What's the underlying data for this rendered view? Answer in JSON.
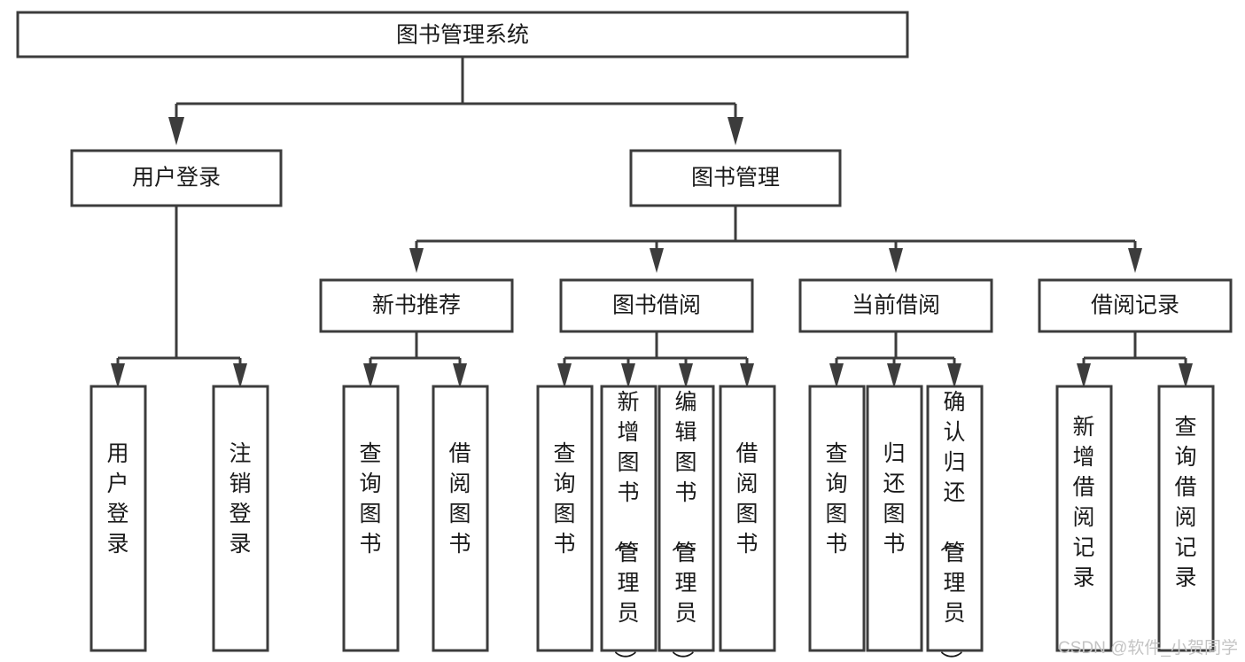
{
  "diagram": {
    "type": "tree",
    "title": "图书管理系统",
    "watermark": "CSDN @软件_小贺同学",
    "colors": {
      "stroke": "#3c3c3c",
      "fill": "#ffffff",
      "text": "#1a1a1a",
      "watermark": "#c4c4c4"
    },
    "levels": [
      {
        "level": 1,
        "nodes": [
          {
            "id": "root",
            "label": "图书管理系统",
            "orientation": "horizontal"
          }
        ]
      },
      {
        "level": 2,
        "nodes": [
          {
            "id": "login",
            "label": "用户登录",
            "orientation": "horizontal",
            "parent": "root"
          },
          {
            "id": "bookmgmt",
            "label": "图书管理",
            "orientation": "horizontal",
            "parent": "root"
          }
        ]
      },
      {
        "level": 3,
        "nodes": [
          {
            "id": "newbook",
            "label": "新书推荐",
            "orientation": "horizontal",
            "parent": "bookmgmt"
          },
          {
            "id": "borrow",
            "label": "图书借阅",
            "orientation": "horizontal",
            "parent": "bookmgmt"
          },
          {
            "id": "current",
            "label": "当前借阅",
            "orientation": "horizontal",
            "parent": "bookmgmt"
          },
          {
            "id": "records",
            "label": "借阅记录",
            "orientation": "horizontal",
            "parent": "bookmgmt"
          }
        ]
      },
      {
        "level": 4,
        "nodes": [
          {
            "id": "leaf1",
            "label": "用户登录",
            "orientation": "vertical",
            "parent": "login"
          },
          {
            "id": "leaf2",
            "label": "注销登录",
            "orientation": "vertical",
            "parent": "login"
          },
          {
            "id": "leaf3",
            "label": "查询图书",
            "orientation": "vertical",
            "parent": "newbook"
          },
          {
            "id": "leaf4",
            "label": "借阅图书",
            "orientation": "vertical",
            "parent": "newbook"
          },
          {
            "id": "leaf5",
            "label": "查询图书",
            "orientation": "vertical",
            "parent": "borrow"
          },
          {
            "id": "leaf6",
            "label": "新增图书（管理员）",
            "orientation": "vertical",
            "parent": "borrow"
          },
          {
            "id": "leaf7",
            "label": "编辑图书（管理员）",
            "orientation": "vertical",
            "parent": "borrow"
          },
          {
            "id": "leaf8",
            "label": "借阅图书",
            "orientation": "vertical",
            "parent": "borrow"
          },
          {
            "id": "leaf9",
            "label": "查询图书",
            "orientation": "vertical",
            "parent": "current"
          },
          {
            "id": "leaf10",
            "label": "归还图书",
            "orientation": "vertical",
            "parent": "current"
          },
          {
            "id": "leaf11",
            "label": "确认归还（管理员）",
            "orientation": "vertical",
            "parent": "current"
          },
          {
            "id": "leaf12",
            "label": "新增借阅记录",
            "orientation": "vertical",
            "parent": "records"
          },
          {
            "id": "leaf13",
            "label": "查询借阅记录",
            "orientation": "vertical",
            "parent": "records"
          }
        ]
      }
    ]
  }
}
